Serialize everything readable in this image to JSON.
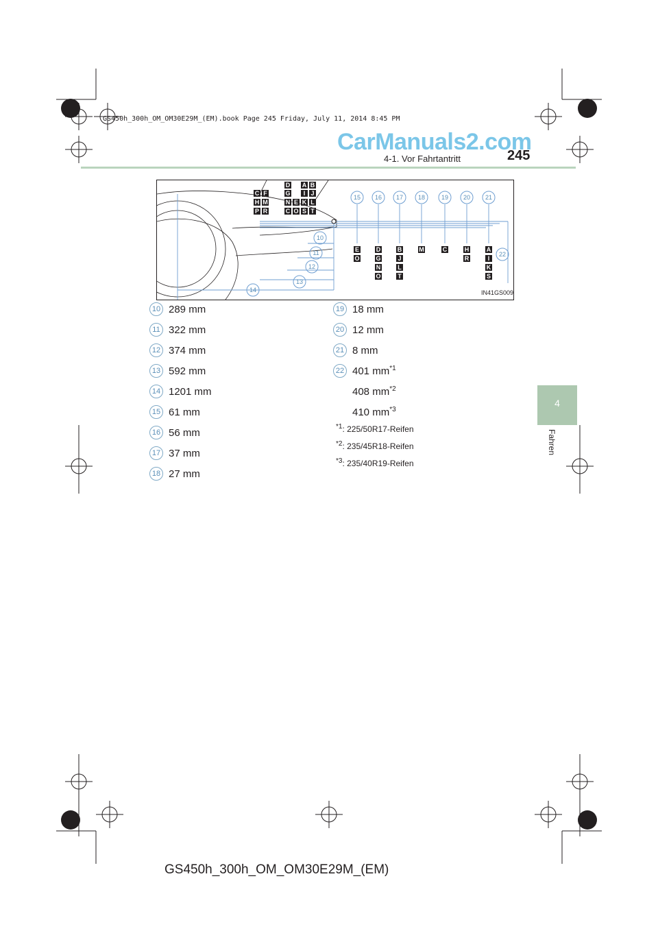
{
  "header": {
    "book_line": "GS450h_300h_OM_OM30E29M_(EM).book  Page 245  Friday, July 11, 2014  8:45 PM",
    "watermark": "CarManuals2.com",
    "section": "4-1. Vor Fahrtantritt",
    "page_number": "245"
  },
  "side_tab": {
    "number": "4",
    "label": "Fahren"
  },
  "figure": {
    "code": "IN41GS009",
    "top_letter_groups": [
      [
        "C",
        "H",
        "P"
      ],
      [
        "F",
        "M",
        "R"
      ],
      [
        "D",
        "G",
        "N",
        "C"
      ],
      [
        "E",
        "O"
      ],
      [
        "A",
        "I",
        "K",
        "S"
      ],
      [
        "B",
        "J",
        "L",
        "T"
      ]
    ],
    "circled_top": [
      "15",
      "16",
      "17",
      "18",
      "19",
      "20",
      "21"
    ],
    "circled_left": [
      "10",
      "11",
      "12",
      "13",
      "14"
    ],
    "circled_right": "22",
    "right_letter_groups": [
      [
        "E",
        "O"
      ],
      [
        "D",
        "G",
        "N",
        "O"
      ],
      [
        "B",
        "J",
        "L",
        "T"
      ],
      [
        "M"
      ],
      [
        "C"
      ],
      [
        "H",
        "R"
      ],
      [
        "A",
        "I",
        "K",
        "S"
      ]
    ]
  },
  "dimensions_left": [
    {
      "num": "10",
      "value": "289 mm"
    },
    {
      "num": "11",
      "value": "322 mm"
    },
    {
      "num": "12",
      "value": "374 mm"
    },
    {
      "num": "13",
      "value": "592 mm"
    },
    {
      "num": "14",
      "value": "1201 mm"
    },
    {
      "num": "15",
      "value": "61 mm"
    },
    {
      "num": "16",
      "value": "56 mm"
    },
    {
      "num": "17",
      "value": "37 mm"
    },
    {
      "num": "18",
      "value": "27 mm"
    }
  ],
  "dimensions_right": [
    {
      "num": "19",
      "value": "18 mm"
    },
    {
      "num": "20",
      "value": "12 mm"
    },
    {
      "num": "21",
      "value": "8 mm"
    },
    {
      "num": "22",
      "value": "401 mm",
      "mark": "*1"
    }
  ],
  "extra_values": [
    {
      "value": "408 mm",
      "mark": "*2"
    },
    {
      "value": "410 mm",
      "mark": "*3"
    }
  ],
  "footnotes": [
    {
      "mark": "*1",
      "text": ": 225/50R17-Reifen"
    },
    {
      "mark": "*2",
      "text": ": 235/45R18-Reifen"
    },
    {
      "mark": "*3",
      "text": ": 235/40R19-Reifen"
    }
  ],
  "footer": {
    "text": "GS450h_300h_OM_OM30E29M_(EM)"
  }
}
